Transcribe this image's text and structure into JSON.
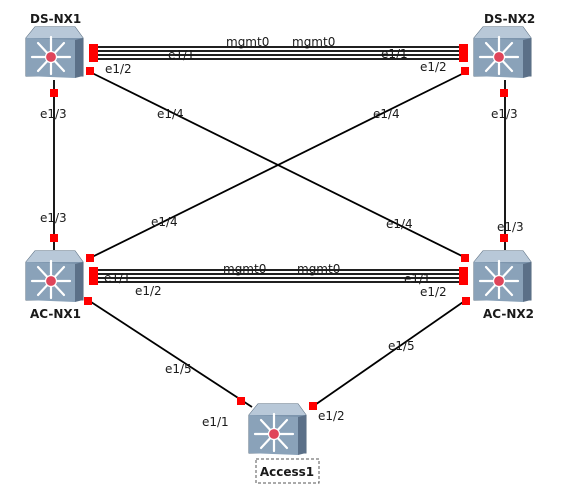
{
  "colors": {
    "link": "#000000",
    "port": "#ff0000",
    "switch_body": "#7d95ad",
    "switch_center": "#e0455a"
  },
  "devices": {
    "ds_nx1": "DS-NX1",
    "ds_nx2": "DS-NX2",
    "ac_nx1": "AC-NX1",
    "ac_nx2": "AC-NX2",
    "access1": "Access1"
  },
  "device_icon": "multilayer-switch-icon",
  "links": {
    "ds_pair": {
      "ds_nx1_port": "e1/1",
      "ds_nx2_port": "e1/1",
      "ds_nx1_pc": "e1/2",
      "ds_nx2_pc": "e1/2",
      "mgmt_left": "mgmt0",
      "mgmt_right": "mgmt0"
    },
    "ac_pair": {
      "ac_nx1_port": "e1/1",
      "ac_nx2_port": "e1/1",
      "ac_nx1_pc": "e1/2",
      "ac_nx2_pc": "e1/2",
      "mgmt_left": "mgmt0",
      "mgmt_right": "mgmt0"
    },
    "ds1_ac1": {
      "a": "e1/3",
      "b": "e1/3"
    },
    "ds2_ac2": {
      "a": "e1/3",
      "b": "e1/3"
    },
    "ds1_ac2": {
      "a": "e1/4",
      "b": "e1/4"
    },
    "ds2_ac1": {
      "a": "e1/4",
      "b": "e1/4"
    },
    "ac1_access": {
      "a": "e1/5",
      "b": "e1/1"
    },
    "ac2_access": {
      "a": "e1/5",
      "b": "e1/2"
    }
  }
}
